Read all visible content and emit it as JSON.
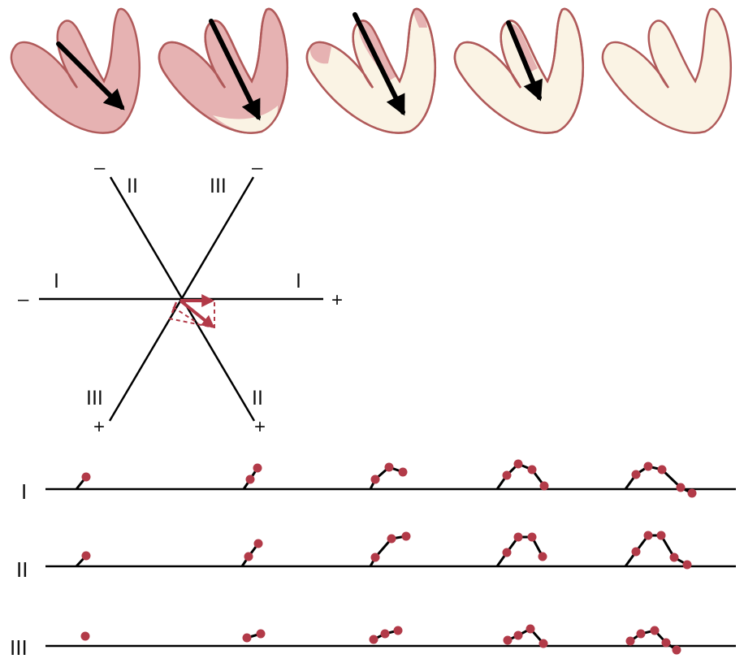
{
  "colors": {
    "myocardium_depolarized": "#e6b2b2",
    "myocardium_resting": "#faf3e4",
    "heart_outline": "#b05a5a",
    "vector_arrow": "#000000",
    "axis_line": "#000000",
    "ecg_point": "#b23a48",
    "ecg_segment": "#000000",
    "vector_diagram_arrow": "#b23a48"
  },
  "hexaxial": {
    "lead_I": {
      "label": "I",
      "neg": "–",
      "pos": "+"
    },
    "lead_II": {
      "label": "II",
      "neg": "–",
      "pos": "+"
    },
    "lead_III": {
      "label": "III",
      "neg": "–",
      "pos": "+"
    }
  },
  "heart_stages": [
    {
      "depolarized_fraction": 1.0,
      "vector_magnitude": 0.6
    },
    {
      "depolarized_fraction": 0.75,
      "vector_magnitude": 1.0
    },
    {
      "depolarized_fraction": 0.4,
      "vector_magnitude": 1.0
    },
    {
      "depolarized_fraction": 0.1,
      "vector_magnitude": 0.7
    },
    {
      "depolarized_fraction": 0.0,
      "vector_magnitude": 0.0
    }
  ],
  "traces": [
    {
      "lead": "I",
      "label": "I"
    },
    {
      "lead": "II",
      "label": "II"
    },
    {
      "lead": "III",
      "label": "III"
    }
  ]
}
